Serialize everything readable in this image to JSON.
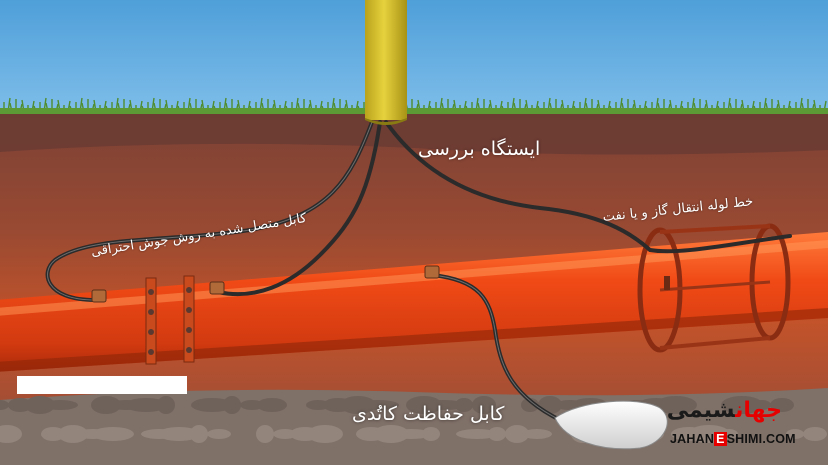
{
  "labels": {
    "test_station": "ایستگاه بررسی",
    "weld_cable": "کابل متصل شده به روش جوش احتراقی",
    "pipeline": "خط لوله انتقال گاز و یا نفت",
    "anode_cable": "کابل حفاظت کاتُدی"
  },
  "logo": {
    "fa_red": "جهان",
    "fa_dark": "شیمی",
    "en_prefix": "JAHAN",
    "en_mark": "E",
    "en_suffix": "SHIMI.COM"
  },
  "colors": {
    "sky": "#5aa6dc",
    "pipe": "#e8401a",
    "pole": "#d8c12a",
    "cable": "#2b2b2b",
    "soil": "#8a4a3a",
    "brand_red": "#e60000"
  }
}
